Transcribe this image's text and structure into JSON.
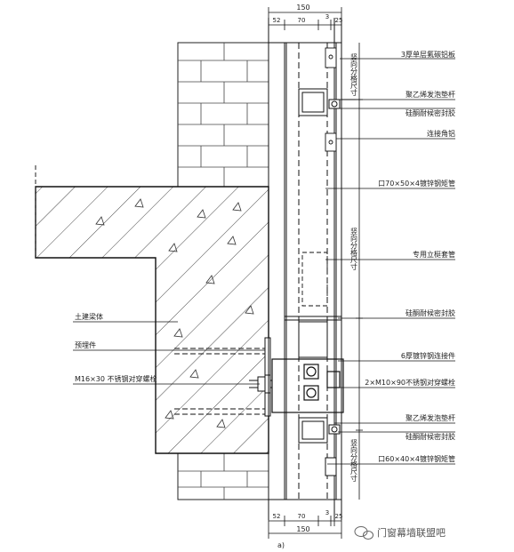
{
  "dimensions": {
    "top": {
      "total": "150",
      "parts": [
        "52",
        "70",
        "3",
        "25"
      ]
    },
    "bottom": {
      "total": "150",
      "parts": [
        "52",
        "70",
        "3",
        "25"
      ]
    }
  },
  "vertical_labels": {
    "upper": "竖向分格尺寸",
    "middle": "竖向分格尺寸",
    "lower": "竖向分格尺寸"
  },
  "right_labels": [
    "3厚单层氟碳铝板",
    "聚乙烯发泡垫杆",
    "硅酮耐候密封胶",
    "连接角铝",
    "口70×50×4镀锌钢矩管",
    "专用立梃套管",
    "硅酮耐候密封胶",
    "6厚镀锌钢连接件",
    "2×M10×90不锈钢对穿螺栓",
    "聚乙烯发泡垫杆",
    "硅酮耐候密封胶",
    "口60×40×4镀锌钢矩管"
  ],
  "left_labels": [
    "土建梁体",
    "预埋件",
    "M16×30 不锈钢对穿螺栓"
  ],
  "caption": "a)",
  "watermark": "门窗幕墙联盟吧"
}
